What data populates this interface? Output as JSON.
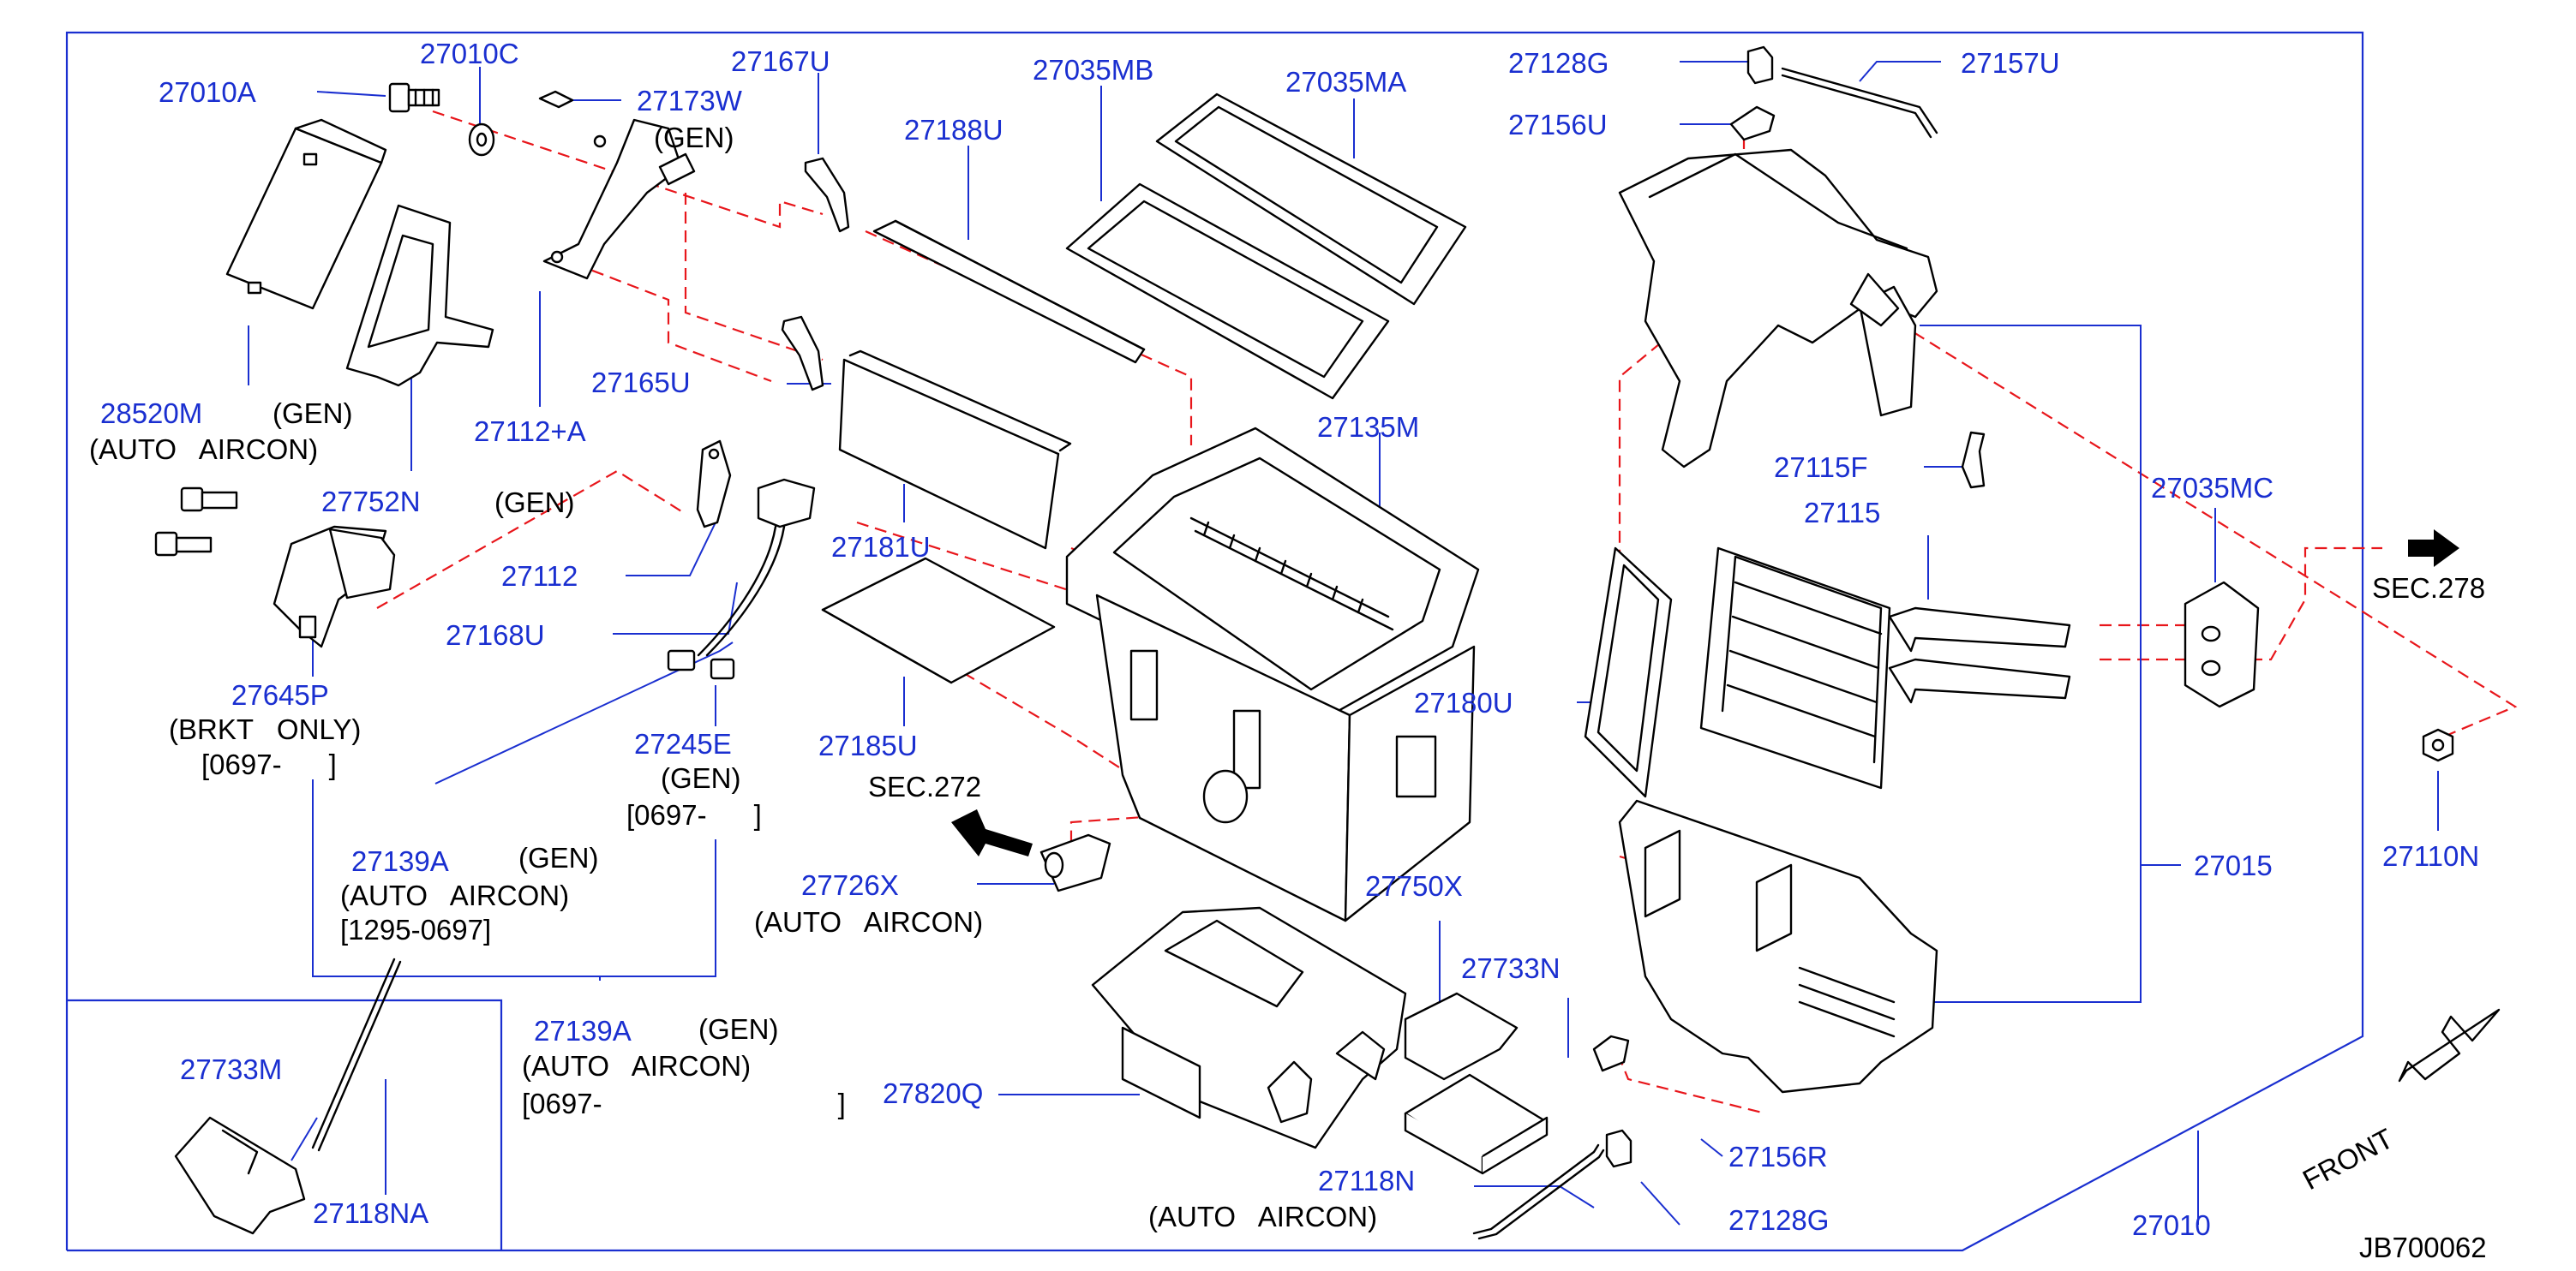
{
  "labels": {
    "p27010A": "27010A",
    "p27010C": "27010C",
    "p27173W": "27173W",
    "gen_27173W": "(GEN)",
    "p27167U": "27167U",
    "p27035MB": "27035MB",
    "p27035MA": "27035MA",
    "p27188U": "27188U",
    "p28520M": "28520M",
    "gen_28520M": "(GEN)",
    "auto_28520M": "(AUTO   AIRCON)",
    "p27112A": "27112+A",
    "p27165U": "27165U",
    "p27752N": "27752N",
    "gen_27112": "(GEN)",
    "p27112": "27112",
    "p27168U": "27168U",
    "p27181U": "27181U",
    "p27135M": "27135M",
    "p27645P": "27645P",
    "brkt_27645P": "(BRKT   ONLY)",
    "date_27645P": "[0697-      ]",
    "p27245E": "27245E",
    "gen_27245E": "(GEN)",
    "date_27245E": "[0697-      ]",
    "p27185U": "27185U",
    "sec272": "SEC.272",
    "p27139A_1": "27139A",
    "gen_27139A_1": "(GEN)",
    "auto_27139A_1": "(AUTO   AIRCON)",
    "date_27139A_1": "[1295-0697]",
    "p27726X": "27726X",
    "auto_27726X": "(AUTO   AIRCON)",
    "p27139A_2": "27139A",
    "gen_27139A_2": "(GEN)",
    "auto_27139A_2": "(AUTO   AIRCON)",
    "date_27139A_2": "[0697-                              ]",
    "p27733M": "27733M",
    "p27118NA": "27118NA",
    "p27820Q": "27820Q",
    "p27750X": "27750X",
    "p27733N": "27733N",
    "p27118N": "27118N",
    "auto_27118N": "(AUTO   AIRCON)",
    "p27128G_top": "27128G",
    "p27157U": "27157U",
    "p27156U": "27156U",
    "p27115F": "27115F",
    "p27115": "27115",
    "p27035MC": "27035MC",
    "sec278": "SEC.278",
    "p27180U": "27180U",
    "p27015": "27015",
    "p27110N": "27110N",
    "p27156R": "27156R",
    "p27128G_bot": "27128G",
    "p27010": "27010",
    "front": "FRONT",
    "code": "JB700062"
  },
  "colors": {
    "part_number_text": "#1a2fd0",
    "note_text": "#000000",
    "leader_lines": "#1a2fd0",
    "assembly_dash_lines": "#e8161b"
  }
}
